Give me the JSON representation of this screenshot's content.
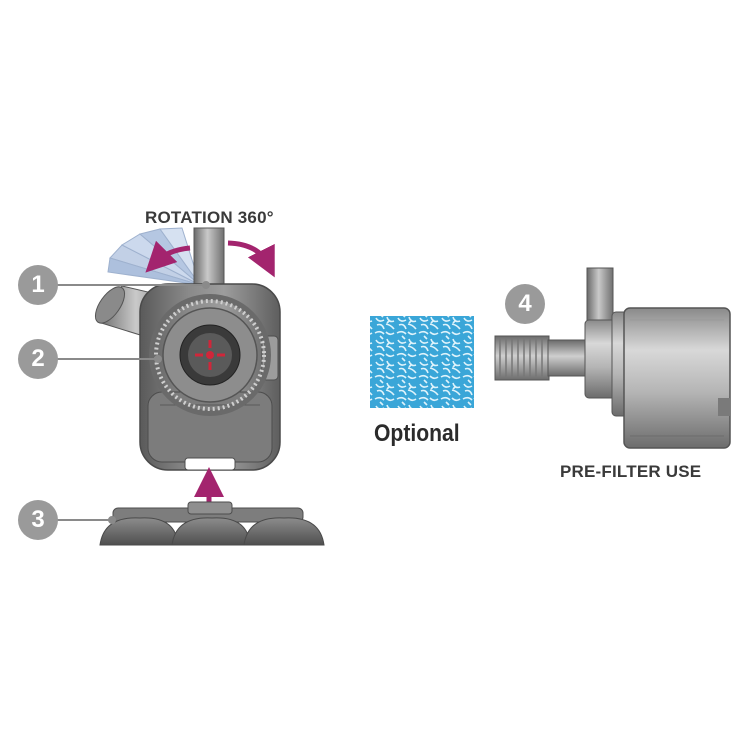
{
  "labels": {
    "rotation": "ROTATION 360°",
    "optional": "Optional",
    "prefilter": "PRE-FILTER USE"
  },
  "callouts": [
    "1",
    "2",
    "3",
    "4"
  ],
  "colors": {
    "arrow": "#a3246e",
    "sponge": "#3aa6d8",
    "callout": "#9a9a9a",
    "body": "#6f6f6f",
    "impeller_dot": "#d0263a"
  }
}
